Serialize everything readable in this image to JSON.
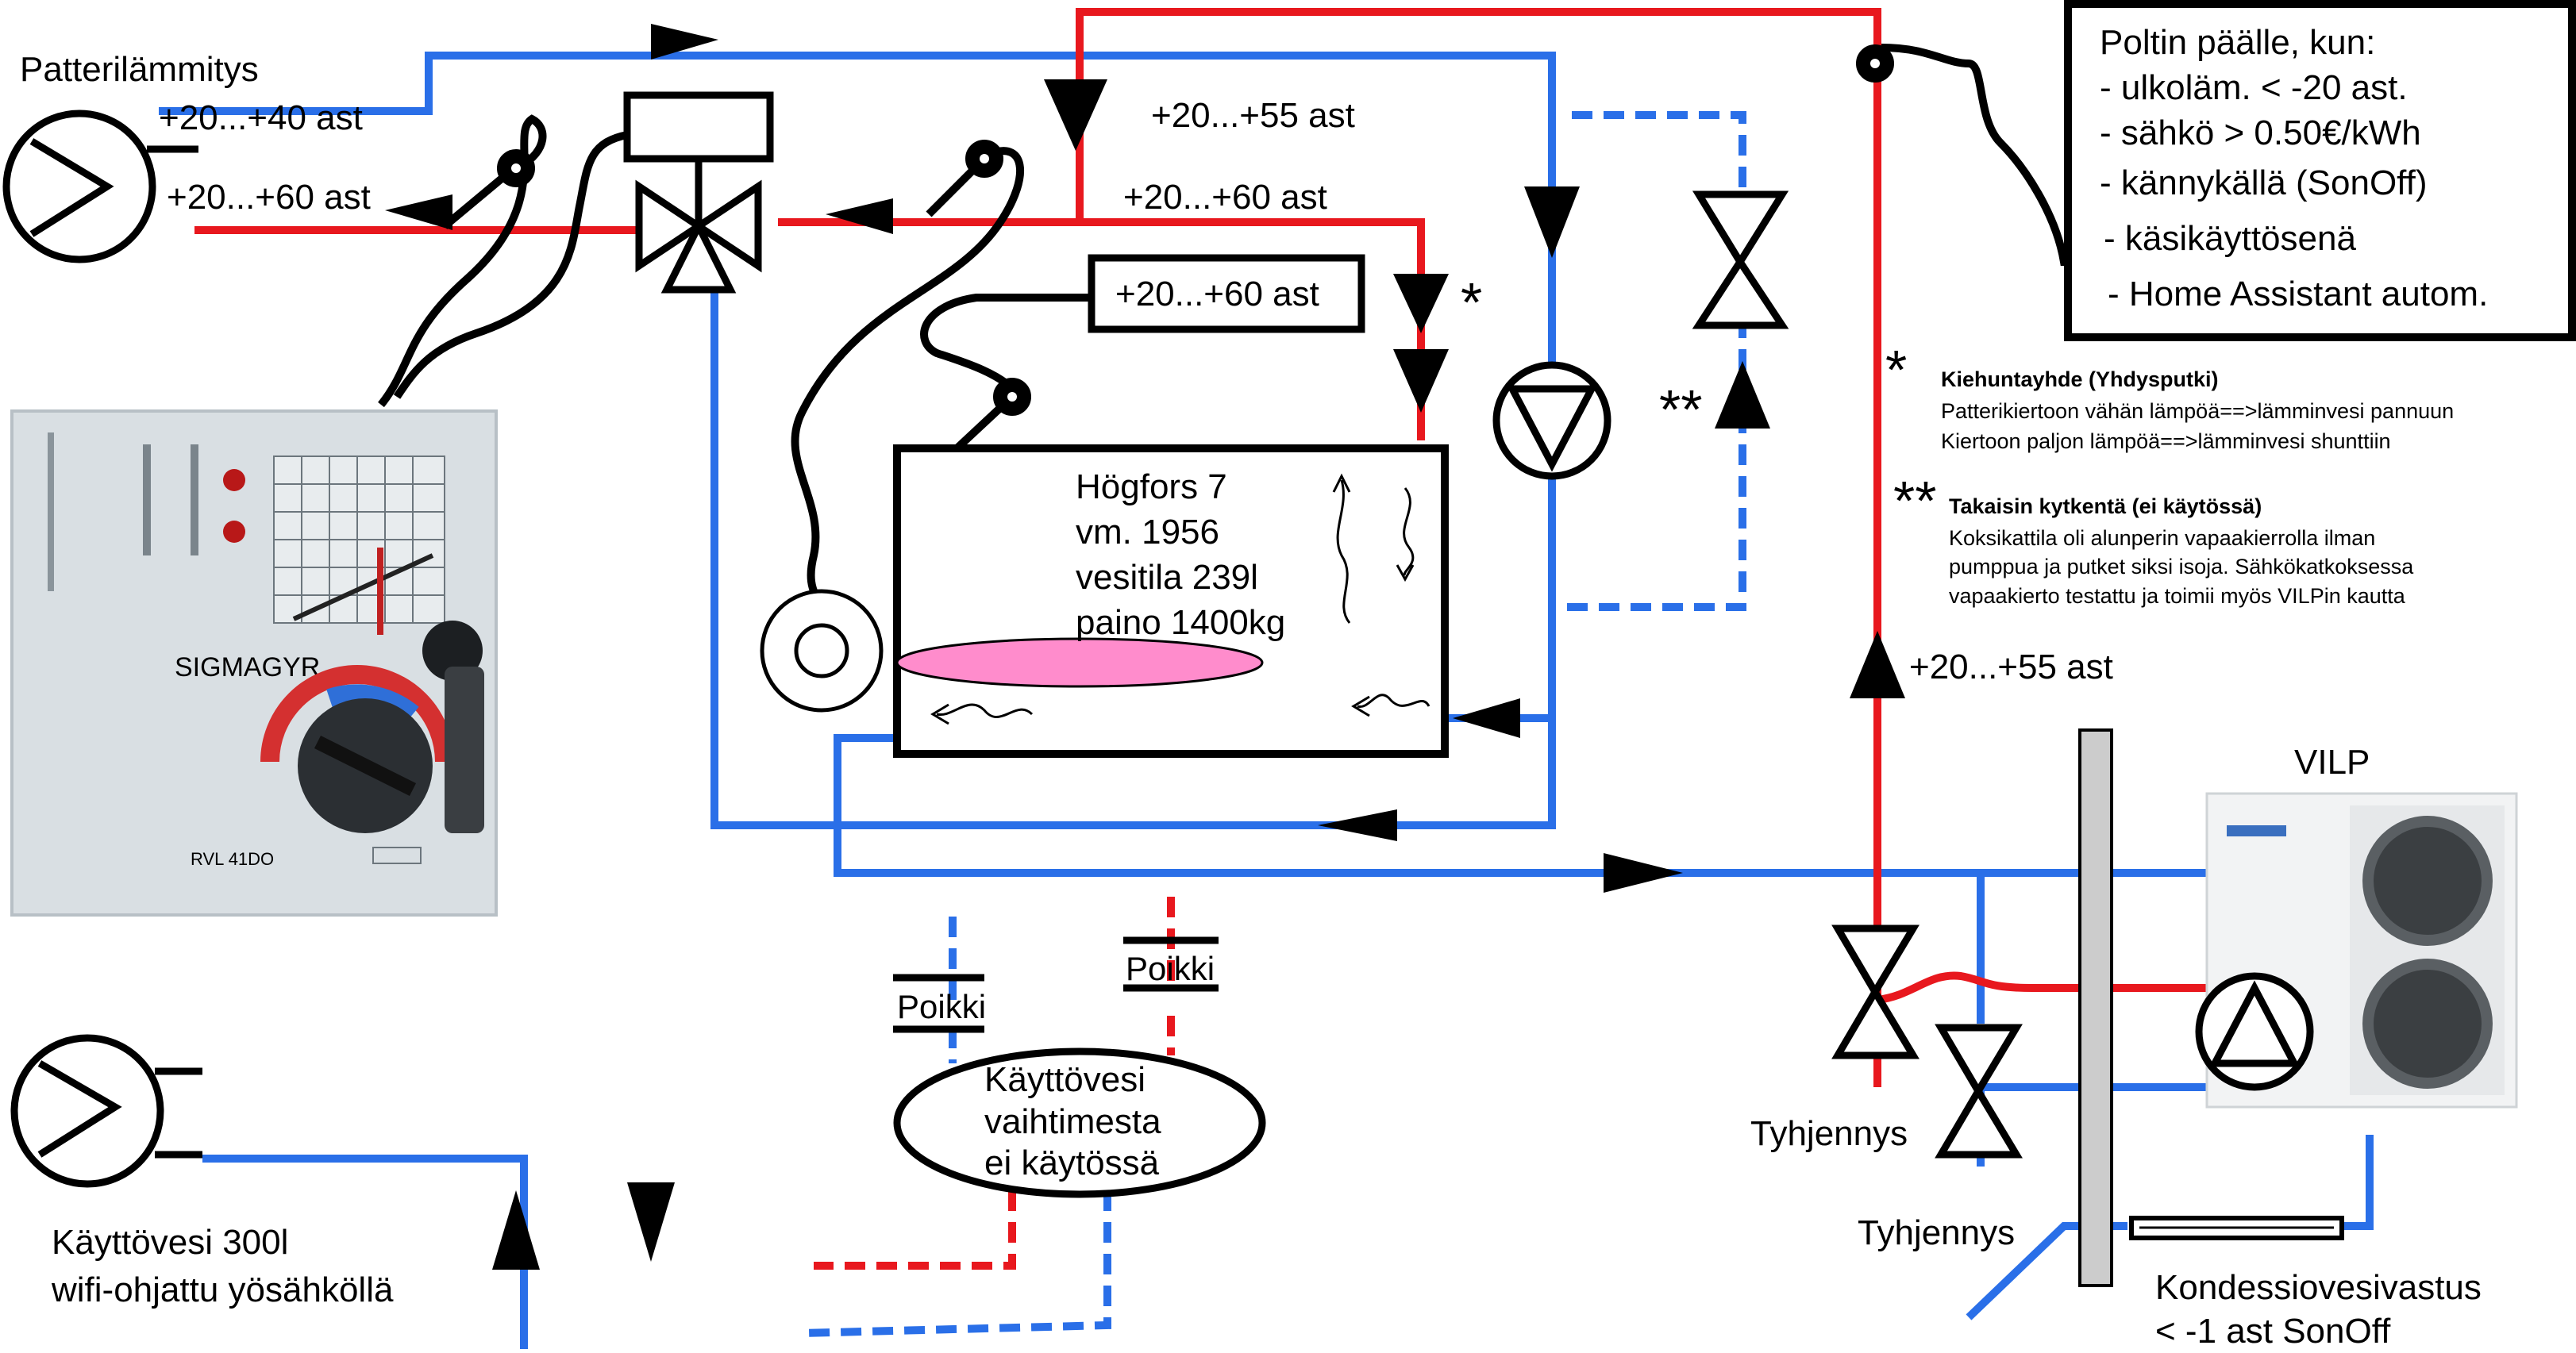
{
  "radiator": {
    "title": "Patterilämmitys",
    "return_temp": "+20...+40 ast",
    "supply_temp": "+20...+60 ast"
  },
  "boiler_pipe": {
    "supply_top": "+20...+55 ast",
    "supply_mid": "+20...+60 ast",
    "sensor_box": "+20...+60 ast"
  },
  "boiler": {
    "line1": "Högfors 7",
    "line2": "vm. 1956",
    "line3": "vesitila 239l",
    "line4": "paino 1400kg"
  },
  "burner_box": {
    "title": "Poltin päälle, kun:",
    "items": [
      "- ulkoläm. < -20 ast.",
      "-  sähkö > 0.50€/kWh",
      "- kännykällä (SonOff)",
      "- käsikäyttösenä",
      "- Home Assistant autom."
    ]
  },
  "notes": {
    "star1": "*",
    "star1_title": "Kiehuntayhde (Yhdysputki)",
    "star1_lines": [
      "Patterikiertoon vähän lämpöä==>lämminvesi pannuun",
      "Kiertoon paljon lämpöä==>lämminvesi shunttiin"
    ],
    "star2": "**",
    "star2_title": "Takaisin kytkentä (ei käytössä)",
    "star2_lines": [
      "Koksikattila oli alunperin vapaakierrolla ilman",
      "pumppua ja putket siksi isoja. Sähkökatkoksessa",
      "vapaakierto testattu ja toimii myös VILPin kautta"
    ]
  },
  "marks": {
    "star_connection": "*",
    "star_backflow": "**"
  },
  "heatpump": {
    "title": "VILP",
    "temp": "+20...+55 ast",
    "drain1": "Tyhjennys",
    "drain2": "Tyhjennys",
    "heater_line1": "Kondessiovesivastus",
    "heater_line2": "< -1 ast SonOff"
  },
  "dhw": {
    "bypass1": "Poikki",
    "bypass2": "Poikki",
    "exchanger_line1": "Käyttövesi",
    "exchanger_line2": "vaihtimesta",
    "exchanger_line3": "ei käytössä",
    "tank_line1": "Käyttövesi 300l",
    "tank_line2": "wifi-ohjattu yösähköllä"
  },
  "controller_photo": {
    "brand": "SIGMAGYR",
    "model": "RVL 41DO"
  },
  "colors": {
    "hot": "#e8181e",
    "cold": "#2a6fe8",
    "element": "#ff8ccc",
    "separator": "#cccccc"
  }
}
